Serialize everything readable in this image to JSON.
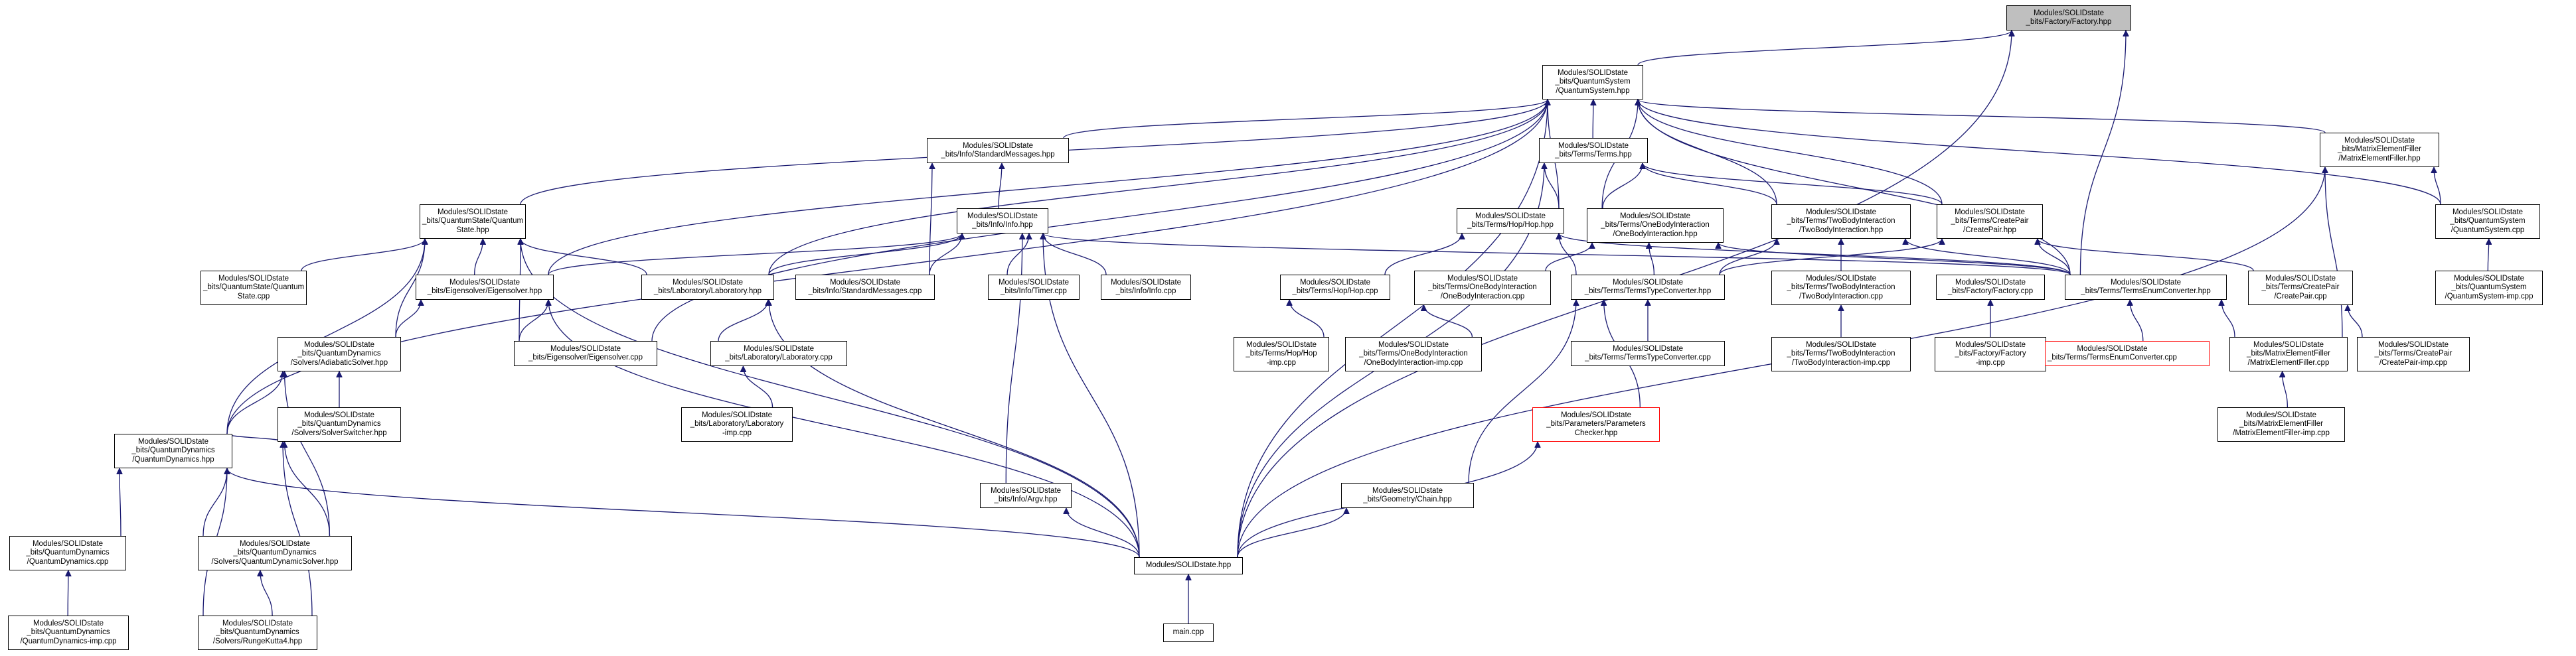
{
  "graph": {
    "edge_color": "#191970",
    "focus_fill": "#bfbfbf",
    "truncated_border_color": "#ff0000",
    "nodes": {
      "factory_hpp": "Modules/SOLIDstate\n_bits/Factory/Factory.hpp",
      "quantumsystem_hpp": "Modules/SOLIDstate\n_bits/QuantumSystem\n/QuantumSystem.hpp",
      "standardmessages_hpp": "Modules/SOLIDstate\n_bits/Info/StandardMessages.hpp",
      "terms_hpp": "Modules/SOLIDstate\n_bits/Terms/Terms.hpp",
      "matrixelementfiller_hpp": "Modules/SOLIDstate\n_bits/MatrixElementFiller\n/MatrixElementFiller.hpp",
      "quantumstate_hpp": "Modules/SOLIDstate\n_bits/QuantumState/Quantum\nState.hpp",
      "info_hpp": "Modules/SOLIDstate\n_bits/Info/Info.hpp",
      "hop_hpp": "Modules/SOLIDstate\n_bits/Terms/Hop/Hop.hpp",
      "onebody_hpp": "Modules/SOLIDstate\n_bits/Terms/OneBodyInteraction\n/OneBodyInteraction.hpp",
      "twobody_hpp": "Modules/SOLIDstate\n_bits/Terms/TwoBodyInteraction\n/TwoBodyInteraction.hpp",
      "createpair_hpp": "Modules/SOLIDstate\n_bits/Terms/CreatePair\n/CreatePair.hpp",
      "quantumsystem_cpp": "Modules/SOLIDstate\n_bits/QuantumSystem\n/QuantumSystem.cpp",
      "quantumstate_cpp": "Modules/SOLIDstate\n_bits/QuantumState/Quantum\nState.cpp",
      "eigensolver_hpp": "Modules/SOLIDstate\n_bits/Eigensolver/Eigensolver.hpp",
      "laboratory_hpp": "Modules/SOLIDstate\n_bits/Laboratory/Laboratory.hpp",
      "standardmessages_cpp": "Modules/SOLIDstate\n_bits/Info/StandardMessages.cpp",
      "timer_cpp": "Modules/SOLIDstate\n_bits/Info/Timer.cpp",
      "info_cpp": "Modules/SOLIDstate\n_bits/Info/Info.cpp",
      "hop_cpp": "Modules/SOLIDstate\n_bits/Terms/Hop/Hop.cpp",
      "onebody_cpp": "Modules/SOLIDstate\n_bits/Terms/OneBodyInteraction\n/OneBodyInteraction.cpp",
      "termstypeconverter_hpp": "Modules/SOLIDstate\n_bits/Terms/TermsTypeConverter.hpp",
      "twobody_cpp": "Modules/SOLIDstate\n_bits/Terms/TwoBodyInteraction\n/TwoBodyInteraction.cpp",
      "factory_cpp": "Modules/SOLIDstate\n_bits/Factory/Factory.cpp",
      "termsenumconverter_hpp": "Modules/SOLIDstate\n_bits/Terms/TermsEnumConverter.hpp",
      "createpair_cpp": "Modules/SOLIDstate\n_bits/Terms/CreatePair\n/CreatePair.cpp",
      "quantumsystem_imp_cpp": "Modules/SOLIDstate\n_bits/QuantumSystem\n/QuantumSystem-imp.cpp",
      "adiabaticsolver_hpp": "Modules/SOLIDstate\n_bits/QuantumDynamics\n/Solvers/AdiabaticSolver.hpp",
      "eigensolver_cpp": "Modules/SOLIDstate\n_bits/Eigensolver/Eigensolver.cpp",
      "laboratory_cpp": "Modules/SOLIDstate\n_bits/Laboratory/Laboratory.cpp",
      "hop_imp_cpp": "Modules/SOLIDstate\n_bits/Terms/Hop/Hop\n-imp.cpp",
      "onebody_imp_cpp": "Modules/SOLIDstate\n_bits/Terms/OneBodyInteraction\n/OneBodyInteraction-imp.cpp",
      "termstypeconverter_cpp": "Modules/SOLIDstate\n_bits/Terms/TermsTypeConverter.cpp",
      "twobody_imp_cpp": "Modules/SOLIDstate\n_bits/Terms/TwoBodyInteraction\n/TwoBodyInteraction-imp.cpp",
      "factory_imp_cpp": "Modules/SOLIDstate\n_bits/Factory/Factory\n-imp.cpp",
      "termsenumconverter_cpp": "Modules/SOLIDstate\n_bits/Terms/TermsEnumConverter.cpp",
      "matrixelementfiller_cpp": "Modules/SOLIDstate\n_bits/MatrixElementFiller\n/MatrixElementFiller.cpp",
      "createpair_imp_cpp": "Modules/SOLIDstate\n_bits/Terms/CreatePair\n/CreatePair-imp.cpp",
      "solverswitcher_hpp": "Modules/SOLIDstate\n_bits/QuantumDynamics\n/Solvers/SolverSwitcher.hpp",
      "laboratory_imp_cpp": "Modules/SOLIDstate\n_bits/Laboratory/Laboratory\n-imp.cpp",
      "parameterschecker_hpp": "Modules/SOLIDstate\n_bits/Parameters/Parameters\nChecker.hpp",
      "matrixelementfiller_imp_cpp": "Modules/SOLIDstate\n_bits/MatrixElementFiller\n/MatrixElementFiller-imp.cpp",
      "quantumdynamics_hpp": "Modules/SOLIDstate\n_bits/QuantumDynamics\n/QuantumDynamics.hpp",
      "argv_hpp": "Modules/SOLIDstate\n_bits/Info/Argv.hpp",
      "chain_hpp": "Modules/SOLIDstate\n_bits/Geometry/Chain.hpp",
      "quantumdynamics_cpp": "Modules/SOLIDstate\n_bits/QuantumDynamics\n/QuantumDynamics.cpp",
      "quantumdynamicsolver_hpp": "Modules/SOLIDstate\n_bits/QuantumDynamics\n/Solvers/QuantumDynamicSolver.hpp",
      "solidstate_hpp": "Modules/SOLIDstate.hpp",
      "quantumdynamics_imp_cpp": "Modules/SOLIDstate\n_bits/QuantumDynamics\n/QuantumDynamics-imp.cpp",
      "rungekutta4_hpp": "Modules/SOLIDstate\n_bits/QuantumDynamics\n/Solvers/RungeKutta4.hpp",
      "main_cpp": "main.cpp"
    }
  }
}
